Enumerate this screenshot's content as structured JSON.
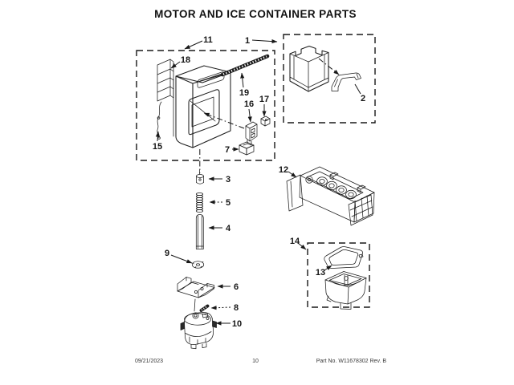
{
  "page": {
    "title": "MOTOR AND ICE CONTAINER PARTS",
    "footer": {
      "date": "09/21/2023",
      "page_number": "10",
      "part_number": "Part No. W11678302  Rev. B"
    },
    "colors": {
      "ink": "#1c1c1c",
      "paper": "#ffffff"
    }
  },
  "diagram": {
    "callouts": [
      {
        "label": "1"
      },
      {
        "label": "2"
      },
      {
        "label": "3"
      },
      {
        "label": "4"
      },
      {
        "label": "5"
      },
      {
        "label": "6"
      },
      {
        "label": "7"
      },
      {
        "label": "8"
      },
      {
        "label": "9"
      },
      {
        "label": "10"
      },
      {
        "label": "11"
      },
      {
        "label": "12"
      },
      {
        "label": "13"
      },
      {
        "label": "14"
      },
      {
        "label": "15"
      },
      {
        "label": "16"
      },
      {
        "label": "17"
      },
      {
        "label": "18"
      },
      {
        "label": "19"
      }
    ]
  }
}
